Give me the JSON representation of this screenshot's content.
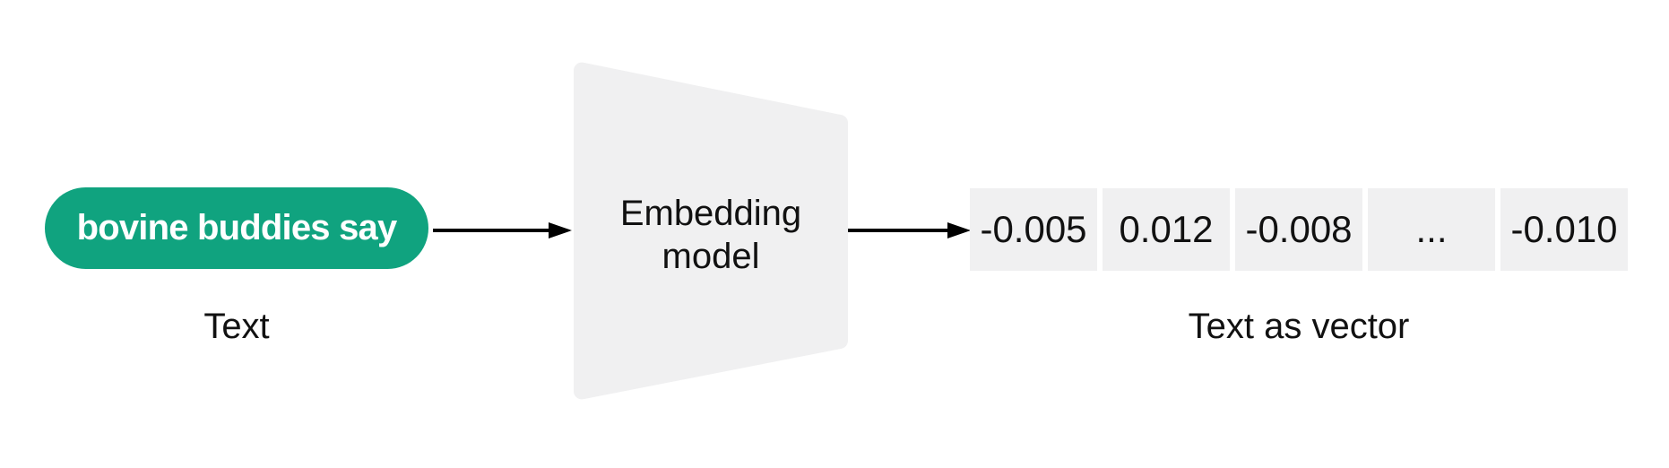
{
  "diagram": {
    "input": {
      "pill_label": "bovine buddies say",
      "caption": "Text"
    },
    "model": {
      "label": "Embedding model"
    },
    "output": {
      "cells": [
        "-0.005",
        "0.012",
        "-0.008",
        "...",
        "-0.010"
      ],
      "caption": "Text as vector"
    },
    "colors": {
      "accent_green": "#10A37F",
      "pill_text": "#FFFFFF",
      "shape_gray": "#F0F0F1",
      "text": "#111111",
      "arrow": "#000000",
      "background": "#FFFFFF"
    }
  }
}
